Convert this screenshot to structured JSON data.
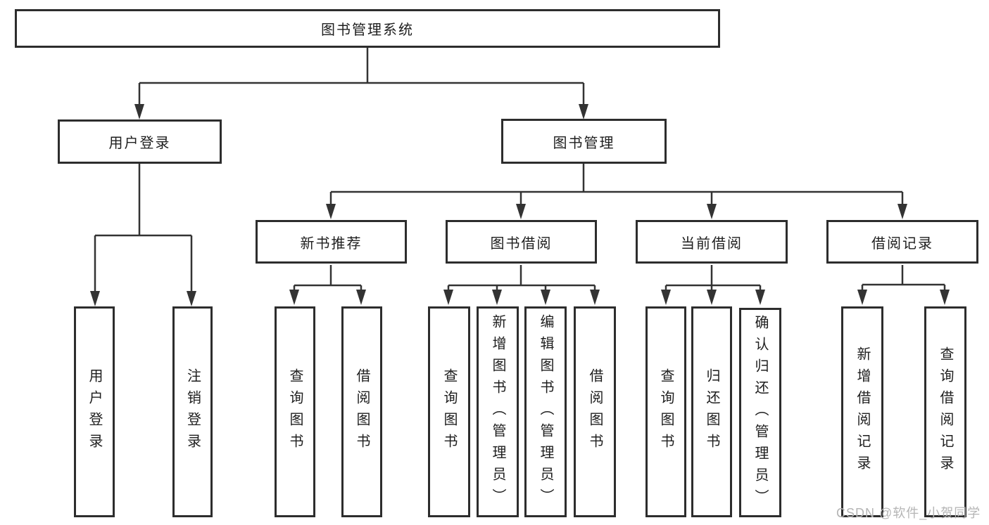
{
  "diagram": {
    "type": "hierarchy-tree",
    "watermark": "CSDN @软件_小贺同学",
    "colors": {
      "background": "#ffffff",
      "box_border": "#2d2d2d",
      "connector_line": "#333333",
      "text": "#1e1e1e",
      "watermark_text": "#b5b5b5"
    },
    "tree": {
      "root": {
        "label": "图书管理系统",
        "children": [
          {
            "label": "用户登录",
            "children": [
              {
                "label": "用户登录"
              },
              {
                "label": "注销登录"
              }
            ]
          },
          {
            "label": "图书管理",
            "children": [
              {
                "label": "新书推荐",
                "children": [
                  {
                    "label": "查询图书"
                  },
                  {
                    "label": "借阅图书"
                  }
                ]
              },
              {
                "label": "图书借阅",
                "children": [
                  {
                    "label": "查询图书"
                  },
                  {
                    "label": "新增图书（管理员）"
                  },
                  {
                    "label": "编辑图书（管理员）"
                  },
                  {
                    "label": "借阅图书"
                  }
                ]
              },
              {
                "label": "当前借阅",
                "children": [
                  {
                    "label": "查询图书"
                  },
                  {
                    "label": "归还图书"
                  },
                  {
                    "label": "确认归还（管理员）"
                  }
                ]
              },
              {
                "label": "借阅记录",
                "children": [
                  {
                    "label": "新增借阅记录"
                  },
                  {
                    "label": "查询借阅记录"
                  }
                ]
              }
            ]
          }
        ]
      }
    }
  }
}
